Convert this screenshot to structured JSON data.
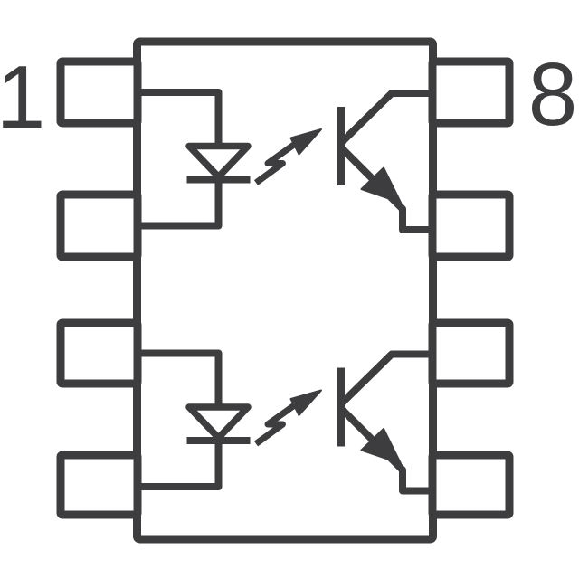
{
  "pins": {
    "pin1_label": "1",
    "pin8_label": "8"
  },
  "colors": {
    "line": "#3d3d3f",
    "background": "#ffffff"
  },
  "schematic": {
    "kind": "dual-channel-optocoupler-package-schematic",
    "pin_count": 8,
    "channels": [
      {
        "name": "channel-1",
        "components": [
          "led-diode-icon",
          "light-emission-arrow-icon",
          "phototransistor-icon"
        ]
      },
      {
        "name": "channel-2",
        "components": [
          "led-diode-icon",
          "light-emission-arrow-icon",
          "phototransistor-icon"
        ]
      }
    ]
  }
}
